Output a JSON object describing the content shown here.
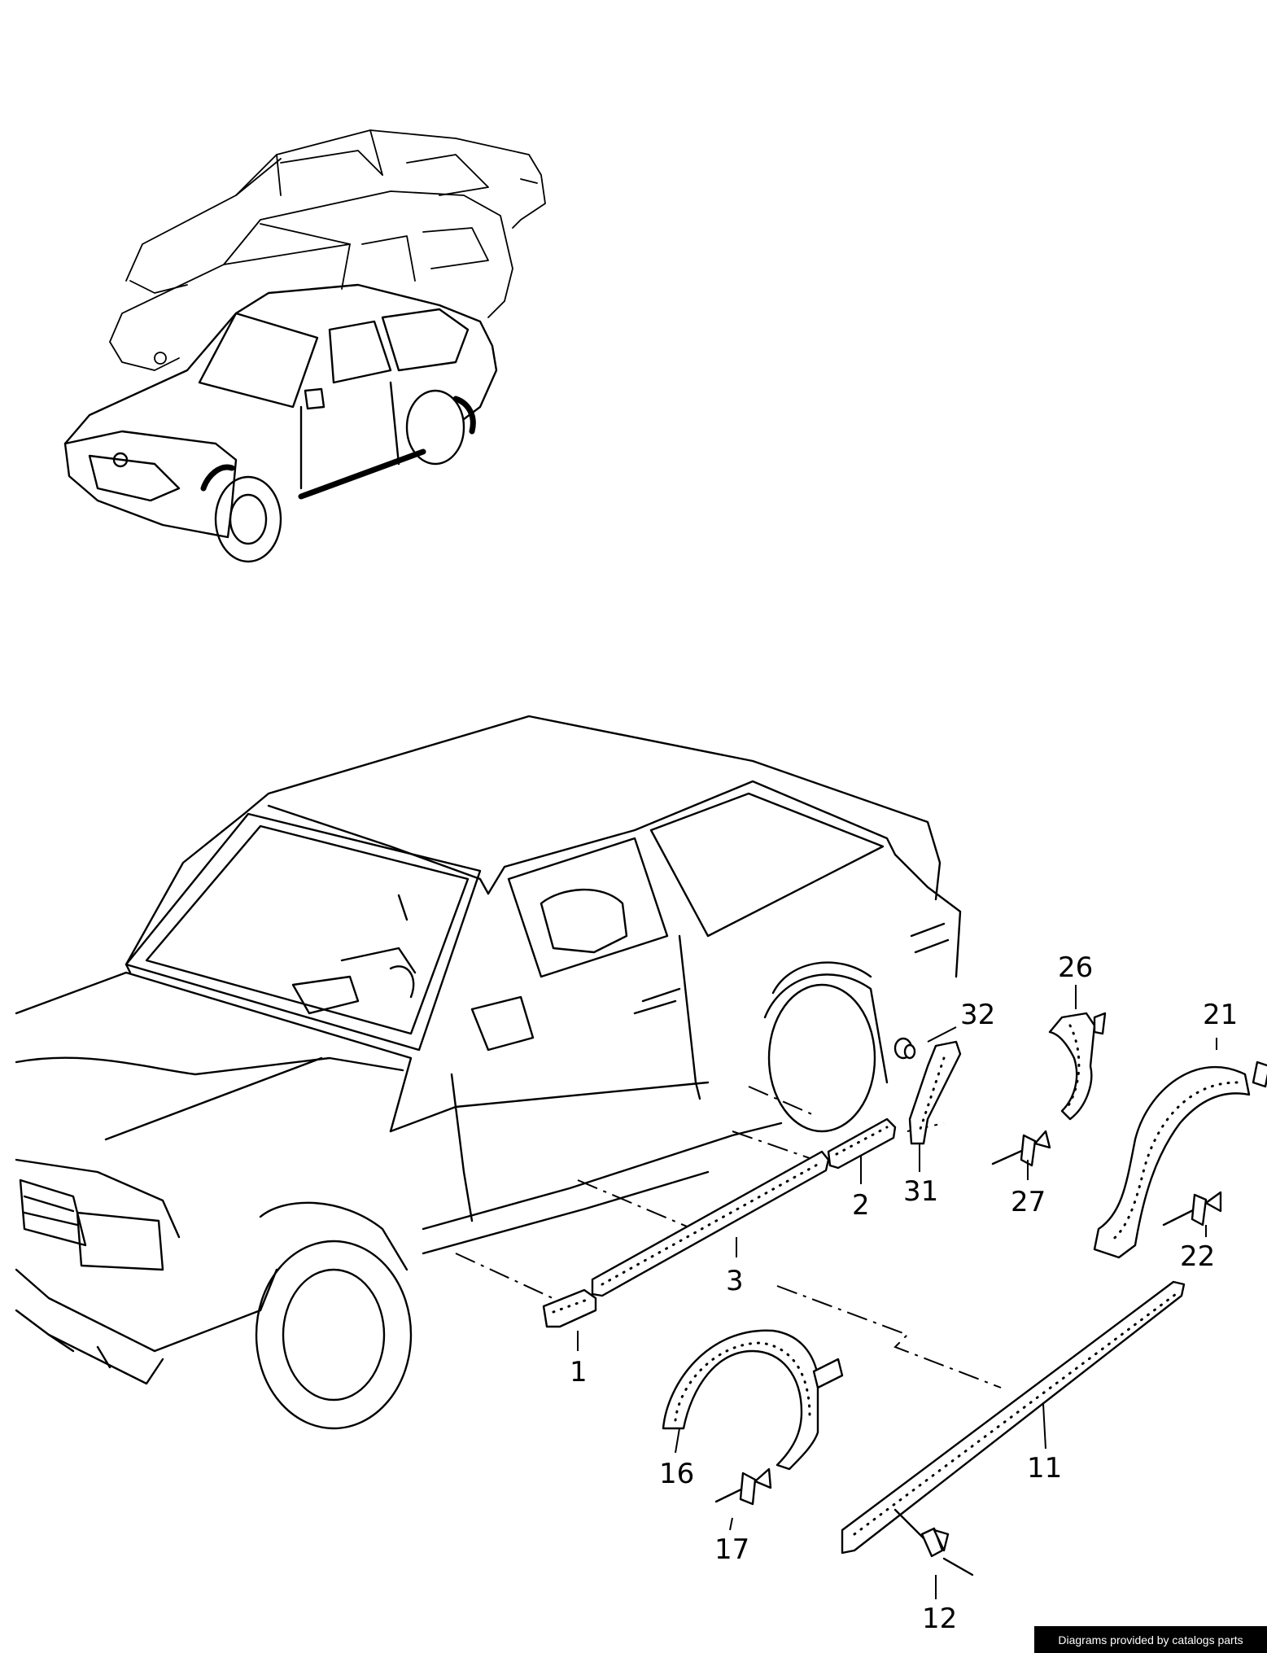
{
  "callouts": [
    {
      "id": "1",
      "label": "1"
    },
    {
      "id": "2",
      "label": "2"
    },
    {
      "id": "3",
      "label": "3"
    },
    {
      "id": "11",
      "label": "11"
    },
    {
      "id": "12",
      "label": "12"
    },
    {
      "id": "16",
      "label": "16"
    },
    {
      "id": "17",
      "label": "17"
    },
    {
      "id": "21",
      "label": "21"
    },
    {
      "id": "22",
      "label": "22"
    },
    {
      "id": "26",
      "label": "26"
    },
    {
      "id": "27",
      "label": "27"
    },
    {
      "id": "31",
      "label": "31"
    },
    {
      "id": "32",
      "label": "32"
    }
  ],
  "footer": {
    "text": "Diagrams provided by catalogs parts"
  },
  "colors": {
    "line": "#000000",
    "background": "#ffffff",
    "footer_bg": "#000000",
    "footer_text": "#ffffff"
  }
}
